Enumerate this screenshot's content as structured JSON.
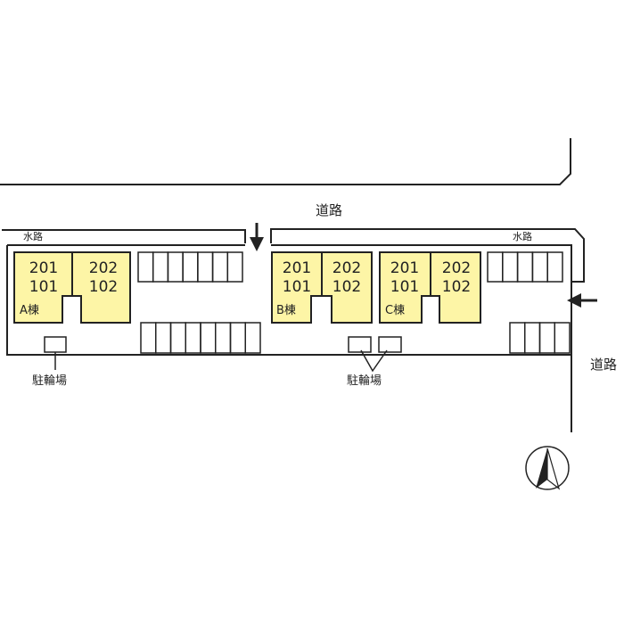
{
  "labels": {
    "road_top": "道路",
    "road_right": "道路",
    "waterway_left": "水路",
    "waterway_right": "水路",
    "bicycle_parking_left": "駐輪場",
    "bicycle_parking_center": "駐輪場"
  },
  "buildings": [
    {
      "name": "A棟",
      "units": [
        {
          "upper": "201",
          "lower": "101"
        },
        {
          "upper": "202",
          "lower": "102"
        }
      ]
    },
    {
      "name": "B棟",
      "units": [
        {
          "upper": "201",
          "lower": "101"
        },
        {
          "upper": "202",
          "lower": "102"
        }
      ]
    },
    {
      "name": "C棟",
      "units": [
        {
          "upper": "201",
          "lower": "101"
        },
        {
          "upper": "202",
          "lower": "102"
        }
      ]
    }
  ],
  "colors": {
    "building_fill": "#fdf5a6",
    "line": "#222222"
  }
}
